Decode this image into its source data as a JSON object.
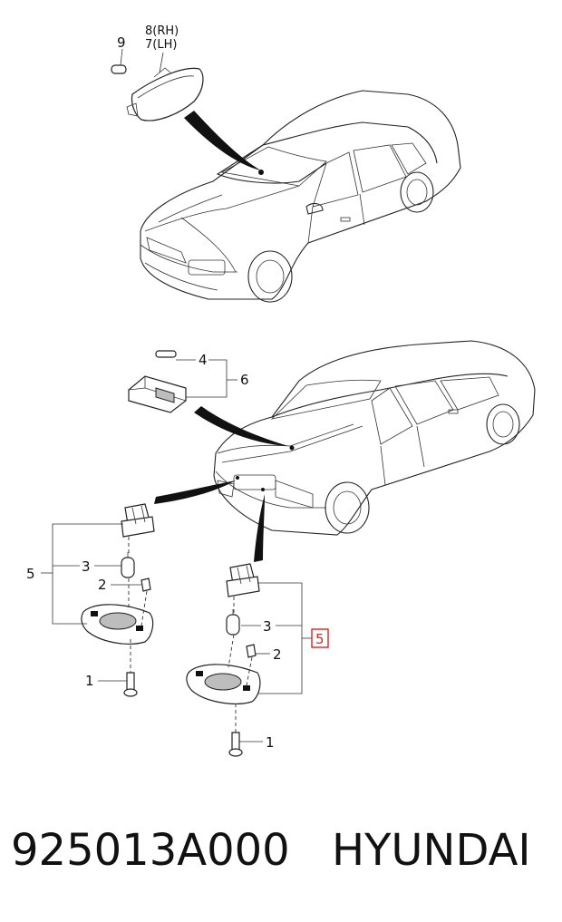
{
  "callouts": {
    "top_bulb": "9",
    "top_rh": "8(RH)",
    "top_lh": "7(LH)",
    "trunk_bulb": "4",
    "trunk_assy": "6",
    "left_assy": "5",
    "left_socket": "3",
    "left_clip": "2",
    "left_screw": "1",
    "right_bulb": "3",
    "right_clip": "2",
    "right_assy_highlight": "5",
    "right_screw": "1"
  },
  "highlight_color": "#e02020",
  "footer": {
    "part_number": "925013A000",
    "brand": "HYUNDAI"
  }
}
